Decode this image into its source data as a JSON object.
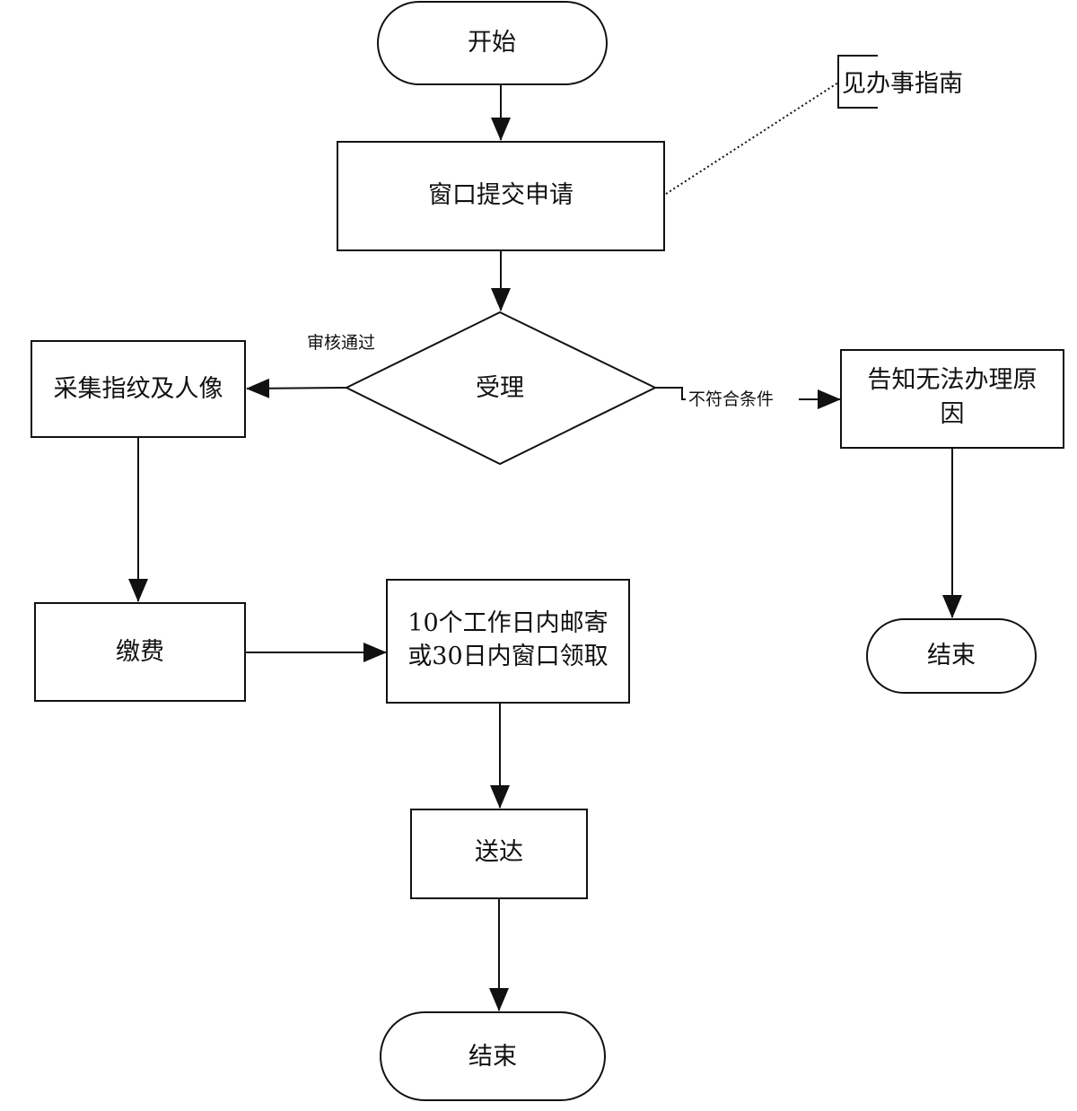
{
  "diagram": {
    "nodes": {
      "start": "开始",
      "submit": "窗口提交申请",
      "guide_note": "见办事指南",
      "accept": "受理",
      "collect": "采集指纹及人像",
      "notify_line1": "告知无法办理原",
      "notify_line2": "因",
      "end_right": "结束",
      "pay": "缴费",
      "deliver_line1": "10个工作日内邮寄",
      "deliver_line2": "或30日内窗口领取",
      "send": "送达",
      "end_bottom": "结束"
    },
    "edges": {
      "approved": "审核通过",
      "not_eligible": "不符合条件"
    }
  }
}
